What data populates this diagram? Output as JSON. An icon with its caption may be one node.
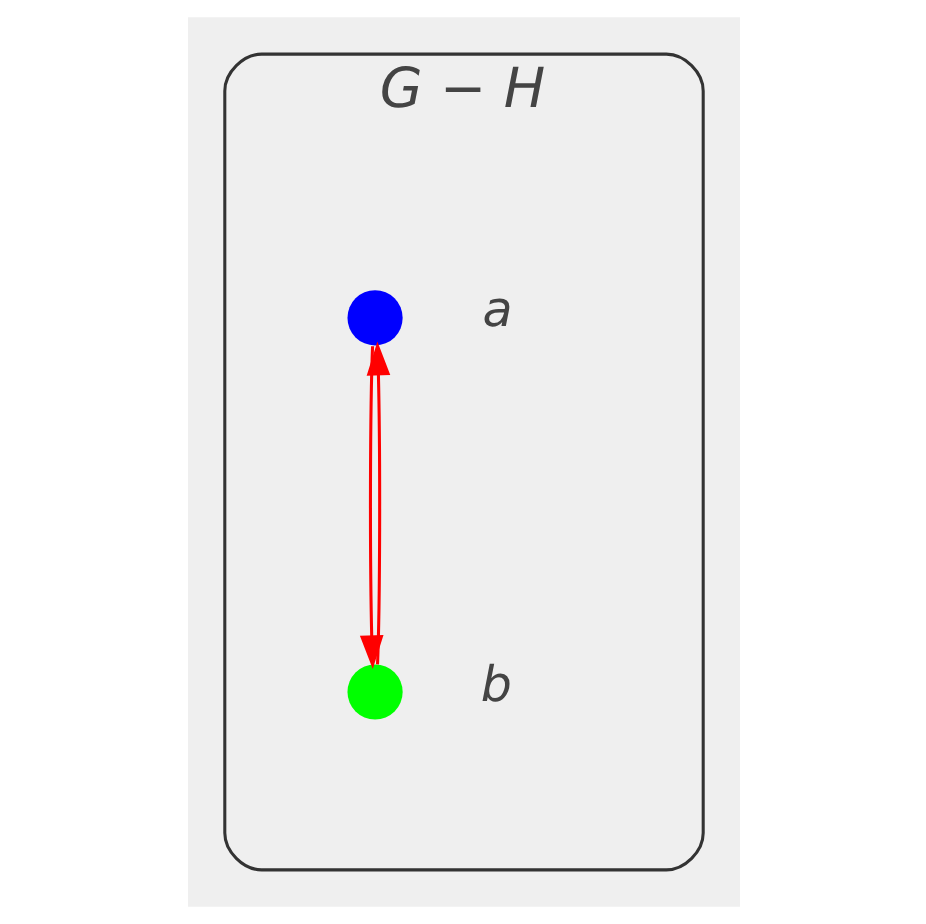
{
  "diagram": {
    "nodes": [
      {
        "text": [
          "G − H"
        ]
      },
      {
        "text": [],
        "shape": "circle",
        "beside": [
          "a"
        ],
        "in": 0
      },
      {
        "text": [],
        "shape": "circle",
        "beside": [
          "b"
        ],
        "in": 0
      }
    ],
    "edges": [
      {
        "from": 1,
        "to": 2,
        "arrow": "to"
      },
      {
        "from": 2,
        "to": 1,
        "arrow": "to"
      }
    ]
  }
}
